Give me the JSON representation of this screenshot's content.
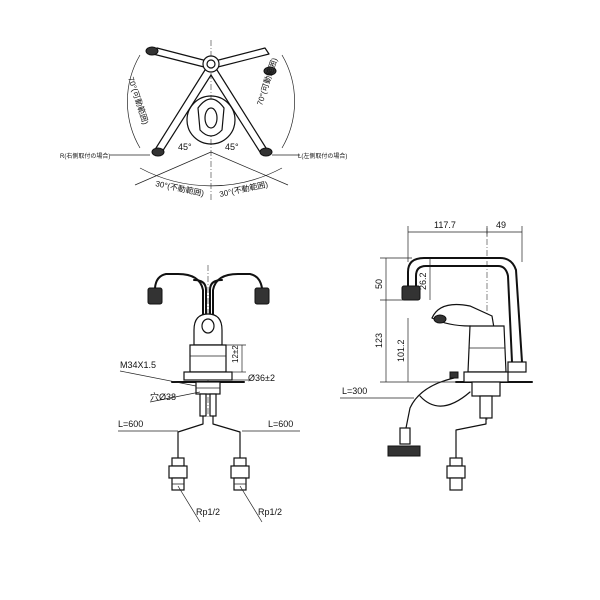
{
  "top_view": {
    "angle_left_range": "70°(可動範囲)",
    "angle_right_range": "70°(可動範囲)",
    "angle_left": "45°",
    "angle_right": "45°",
    "label_r": "R(右側取付の場合)",
    "label_l": "L(左側取付の場合)",
    "fixed_left": "30°(不動範囲)",
    "fixed_right": "30°(不動範囲)"
  },
  "front_view": {
    "thread": "M34X1.5",
    "hole": "穴Ø38",
    "height_tol": "12±2",
    "dia_tol": "Ø36±2",
    "hose_left": "L=600",
    "hose_right": "L=600",
    "pipe_left": "Rp1/2",
    "pipe_right": "Rp1/2"
  },
  "side_view": {
    "dim_width": "117.7",
    "dim_offset": "49",
    "dim_top": "50",
    "dim_small": "26.2",
    "dim_spout_height": "123",
    "dim_lever_height": "101.2",
    "hose_length": "L=300"
  }
}
